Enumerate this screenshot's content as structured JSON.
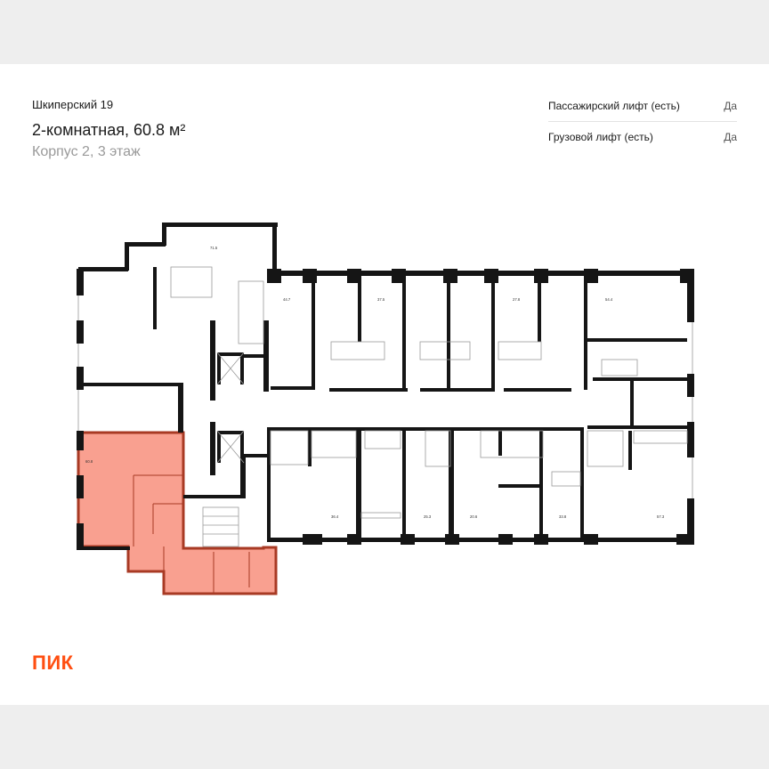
{
  "header": {
    "project": "Шкиперский 19",
    "title": "2-комнатная, 60.8 м²",
    "subtitle": "Корпус 2, 3 этаж"
  },
  "specs": [
    {
      "label": "Пассажирский лифт (есть)",
      "value": "Да"
    },
    {
      "label": "Грузовой лифт (есть)",
      "value": "Да"
    }
  ],
  "plan": {
    "highlight_color": "#f9a090",
    "highlight_border": "#a83a24",
    "units": [
      {
        "area": "60.8",
        "highlighted": true
      },
      {
        "area": "71.5"
      },
      {
        "area": "44.7"
      },
      {
        "area": "37.5"
      },
      {
        "area": "27.8"
      },
      {
        "area": "54.4"
      },
      {
        "area": "36.4"
      },
      {
        "area": "25.3"
      },
      {
        "area": "20.6"
      },
      {
        "area": "33.8"
      },
      {
        "area": "57.3"
      }
    ]
  },
  "brand": {
    "logo": "ПИК",
    "color": "#ff4f12"
  }
}
